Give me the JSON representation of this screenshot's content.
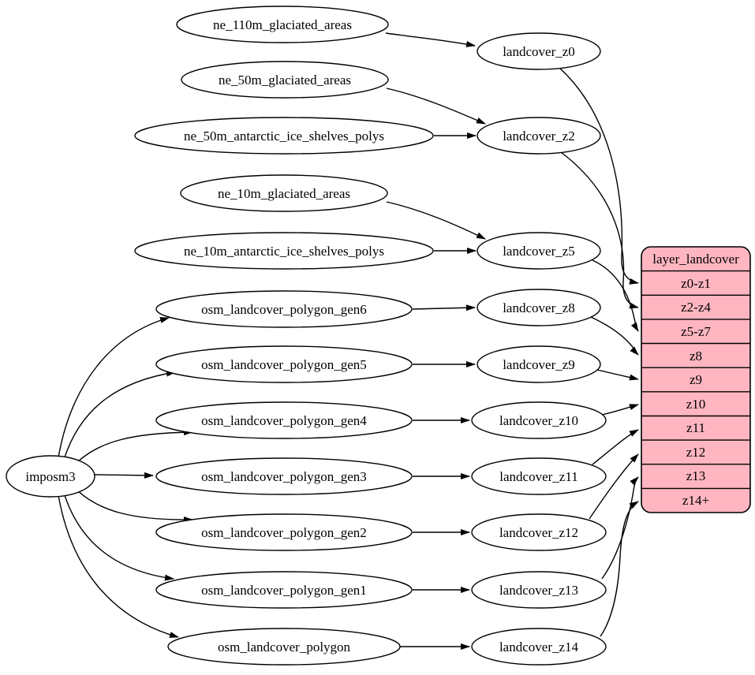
{
  "diagram_type": "etl-dependency-graph",
  "colors": {
    "background": "#ffffff",
    "node_fill": "#ffffff",
    "edge_color": "#000000",
    "table_fill": "#ffb6c1",
    "table_stroke": "#000000"
  },
  "nodes": {
    "imposm3": "imposm3",
    "ne_110m_glaciated_areas": "ne_110m_glaciated_areas",
    "ne_50m_glaciated_areas": "ne_50m_glaciated_areas",
    "ne_50m_antarctic_ice_shelves_polys": "ne_50m_antarctic_ice_shelves_polys",
    "ne_10m_glaciated_areas": "ne_10m_glaciated_areas",
    "ne_10m_antarctic_ice_shelves_polys": "ne_10m_antarctic_ice_shelves_polys",
    "osm_landcover_polygon_gen6": "osm_landcover_polygon_gen6",
    "osm_landcover_polygon_gen5": "osm_landcover_polygon_gen5",
    "osm_landcover_polygon_gen4": "osm_landcover_polygon_gen4",
    "osm_landcover_polygon_gen3": "osm_landcover_polygon_gen3",
    "osm_landcover_polygon_gen2": "osm_landcover_polygon_gen2",
    "osm_landcover_polygon_gen1": "osm_landcover_polygon_gen1",
    "osm_landcover_polygon": "osm_landcover_polygon",
    "landcover_z0": "landcover_z0",
    "landcover_z2": "landcover_z2",
    "landcover_z5": "landcover_z5",
    "landcover_z8": "landcover_z8",
    "landcover_z9": "landcover_z9",
    "landcover_z10": "landcover_z10",
    "landcover_z11": "landcover_z11",
    "landcover_z12": "landcover_z12",
    "landcover_z13": "landcover_z13",
    "landcover_z14": "landcover_z14"
  },
  "table": {
    "title": "layer_landcover",
    "fill": "#ffb6c1",
    "rows": [
      "z0-z1",
      "z2-z4",
      "z5-z7",
      "z8",
      "z9",
      "z10",
      "z11",
      "z12",
      "z13",
      "z14+"
    ]
  },
  "edges": [
    {
      "from": "ne_110m_glaciated_areas",
      "to": "landcover_z0"
    },
    {
      "from": "ne_50m_glaciated_areas",
      "to": "landcover_z2"
    },
    {
      "from": "ne_50m_antarctic_ice_shelves_polys",
      "to": "landcover_z2"
    },
    {
      "from": "ne_10m_glaciated_areas",
      "to": "landcover_z5"
    },
    {
      "from": "ne_10m_antarctic_ice_shelves_polys",
      "to": "landcover_z5"
    },
    {
      "from": "osm_landcover_polygon_gen6",
      "to": "landcover_z8"
    },
    {
      "from": "osm_landcover_polygon_gen5",
      "to": "landcover_z9"
    },
    {
      "from": "osm_landcover_polygon_gen4",
      "to": "landcover_z10"
    },
    {
      "from": "osm_landcover_polygon_gen3",
      "to": "landcover_z11"
    },
    {
      "from": "osm_landcover_polygon_gen2",
      "to": "landcover_z12"
    },
    {
      "from": "osm_landcover_polygon_gen1",
      "to": "landcover_z13"
    },
    {
      "from": "osm_landcover_polygon",
      "to": "landcover_z14"
    },
    {
      "from": "imposm3",
      "to": "osm_landcover_polygon_gen6"
    },
    {
      "from": "imposm3",
      "to": "osm_landcover_polygon_gen5"
    },
    {
      "from": "imposm3",
      "to": "osm_landcover_polygon_gen4"
    },
    {
      "from": "imposm3",
      "to": "osm_landcover_polygon_gen3"
    },
    {
      "from": "imposm3",
      "to": "osm_landcover_polygon_gen2"
    },
    {
      "from": "imposm3",
      "to": "osm_landcover_polygon_gen1"
    },
    {
      "from": "imposm3",
      "to": "osm_landcover_polygon"
    },
    {
      "from": "landcover_z0",
      "to": "layer_landcover.z0-z1"
    },
    {
      "from": "landcover_z2",
      "to": "layer_landcover.z2-z4"
    },
    {
      "from": "landcover_z5",
      "to": "layer_landcover.z5-z7"
    },
    {
      "from": "landcover_z8",
      "to": "layer_landcover.z8"
    },
    {
      "from": "landcover_z9",
      "to": "layer_landcover.z9"
    },
    {
      "from": "landcover_z10",
      "to": "layer_landcover.z10"
    },
    {
      "from": "landcover_z11",
      "to": "layer_landcover.z11"
    },
    {
      "from": "landcover_z12",
      "to": "layer_landcover.z12"
    },
    {
      "from": "landcover_z13",
      "to": "layer_landcover.z13"
    },
    {
      "from": "landcover_z14",
      "to": "layer_landcover.z14+"
    }
  ]
}
